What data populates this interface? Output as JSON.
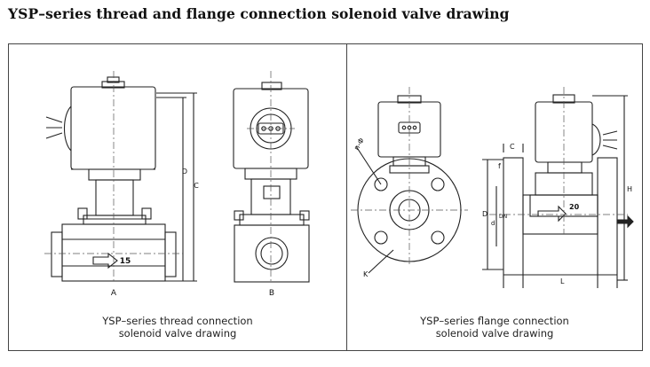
{
  "page": {
    "title": "YSP–series thread and flange connection solenoid valve drawing"
  },
  "left_panel": {
    "caption_line1": "YSP–series thread connection",
    "caption_line2": "solenoid valve drawing",
    "dim_labels": {
      "A": "A",
      "B": "B",
      "C": "C",
      "D": "D",
      "port": "15"
    }
  },
  "right_panel": {
    "caption_line1": "YSP–series flange connection",
    "caption_line2": "solenoid  valve drawing",
    "dim_labels": {
      "n_phi": "n-Φ",
      "K": "K",
      "C": "C",
      "f": "f",
      "D": "D",
      "d": "d",
      "DN": "DN",
      "H": "H",
      "L": "L",
      "port": "20"
    }
  }
}
